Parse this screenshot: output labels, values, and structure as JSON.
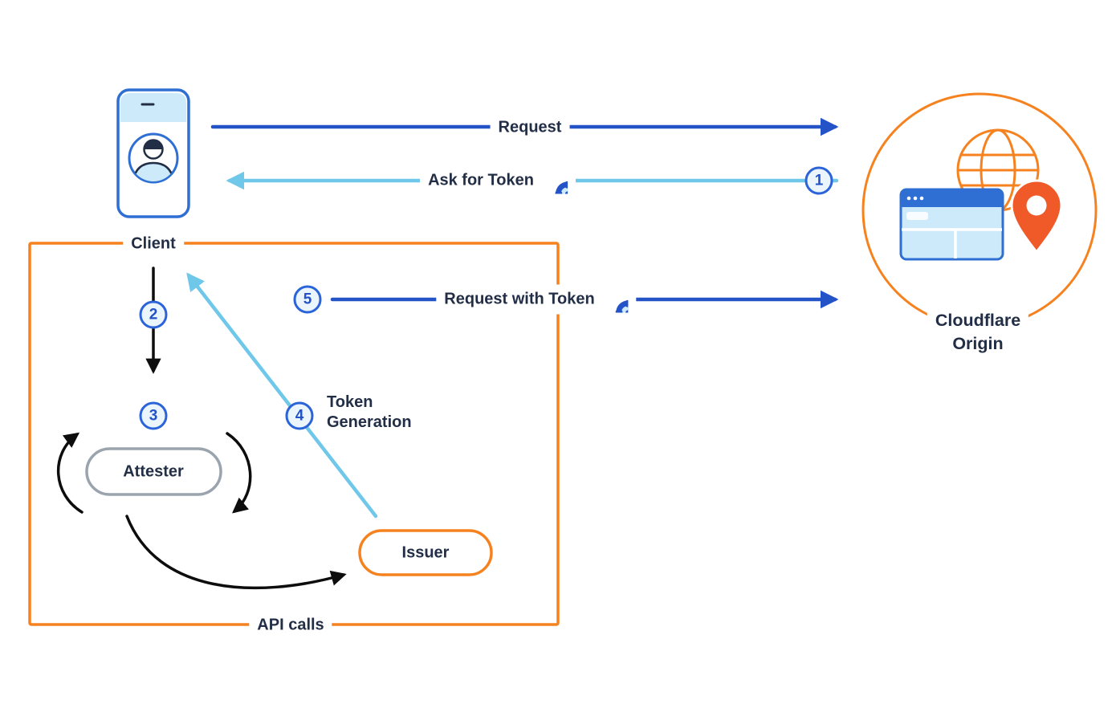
{
  "colors": {
    "dark_blue": "#2353c6",
    "light_blue": "#6fc7e9",
    "orange": "#f6821f",
    "navy": "#222e45",
    "ink": "#0d0d0d",
    "device_blue": "#2f6fd3",
    "panel_blue": "#cdeafb",
    "gray_border": "#9aa4ae",
    "pin_orange": "#f05a28",
    "step_fill": "#eaf5fd",
    "step_border": "#2b63d9",
    "step_number": "#2353c6"
  },
  "nodes": {
    "client": {
      "label": "Client",
      "icon": "phone-user-icon"
    },
    "origin": {
      "label_line1": "Cloudflare",
      "label_line2": "Origin",
      "icons": [
        "globe-icon",
        "browser-window-icon",
        "location-pin-icon"
      ]
    },
    "attester": {
      "label": "Attester"
    },
    "issuer": {
      "label": "Issuer"
    },
    "api_boundary": {
      "label": "API calls"
    }
  },
  "flows": {
    "request": {
      "label": "Request"
    },
    "ask_for_token": {
      "step": "1",
      "label": "Ask for Token",
      "icon": "token-icon"
    },
    "client_to_attester": {
      "step": "2"
    },
    "attestation": {
      "step": "3"
    },
    "token_generation": {
      "step": "4",
      "label_line1": "Token",
      "label_line2": "Generation"
    },
    "request_with_token": {
      "step": "5",
      "label": "Request with Token",
      "icon": "token-icon"
    }
  }
}
